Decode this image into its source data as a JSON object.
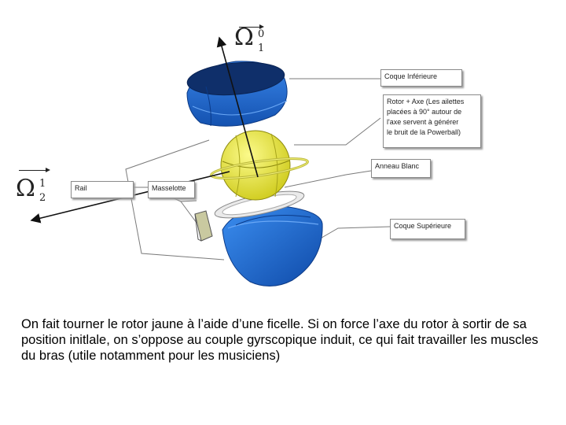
{
  "labels": {
    "coque_inferieure": "Coque Inférieure",
    "rotor_axe": [
      "Rotor + Axe (Les ailettes",
      "placées à 90° autour de",
      "l'axe servent à générer",
      "le bruit de la Powerball)"
    ],
    "anneau_blanc": "Anneau Blanc",
    "coque_superieure": "Coque Supérieure",
    "rail": "Rail",
    "masselotte": "Masselotte"
  },
  "vectors": {
    "omega1": {
      "symbol": "Ω",
      "sup": "0",
      "sub": "1"
    },
    "omega2": {
      "symbol": "Ω",
      "sup": "1",
      "sub": "2"
    }
  },
  "caption": "On fait tourner le rotor jaune à l’aide d’une ficelle. Si on force l’axe du rotor à sortir de sa position initlale, on s’oppose au couple gyrscopique induit, ce qui fait travailler les muscles du bras (utile notamment pour les musiciens)",
  "colors": {
    "shell_blue": "#1f6fd6",
    "rotor_yellow": "#f0ee3c",
    "ring_white": "#e8e8e8"
  }
}
